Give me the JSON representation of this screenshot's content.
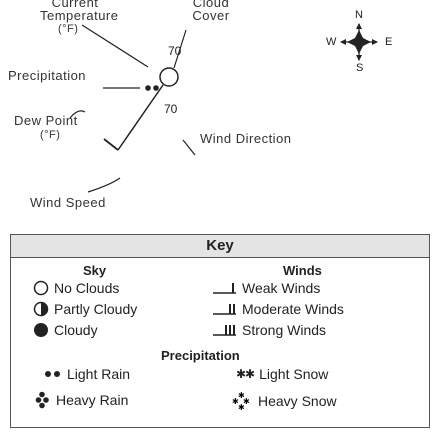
{
  "model": {
    "current_temperature": "Current Temperature",
    "temperature_unit": "(°F)",
    "cloud_cover": "Cloud Cover",
    "precipitation": "Precipitation",
    "dew_point": "Dew Point",
    "dew_point_unit": "(°F)",
    "wind_direction": "Wind Direction",
    "wind_speed": "Wind Speed",
    "temperature_value": "70",
    "dew_point_value": "70",
    "compass": {
      "n": "N",
      "s": "S",
      "e": "E",
      "w": "W"
    }
  },
  "key": {
    "title": "Key",
    "sky_heading": "Sky",
    "winds_heading": "Winds",
    "precipitation_heading": "Precipitation",
    "sky_items": [
      "No Clouds",
      "Partly Cloudy",
      "Cloudy"
    ],
    "wind_items": [
      "Weak Winds",
      "Moderate Winds",
      "Strong Winds"
    ],
    "precip_items": [
      "Light Rain",
      "Heavy Rain",
      "Light Snow",
      "Heavy Snow"
    ]
  }
}
